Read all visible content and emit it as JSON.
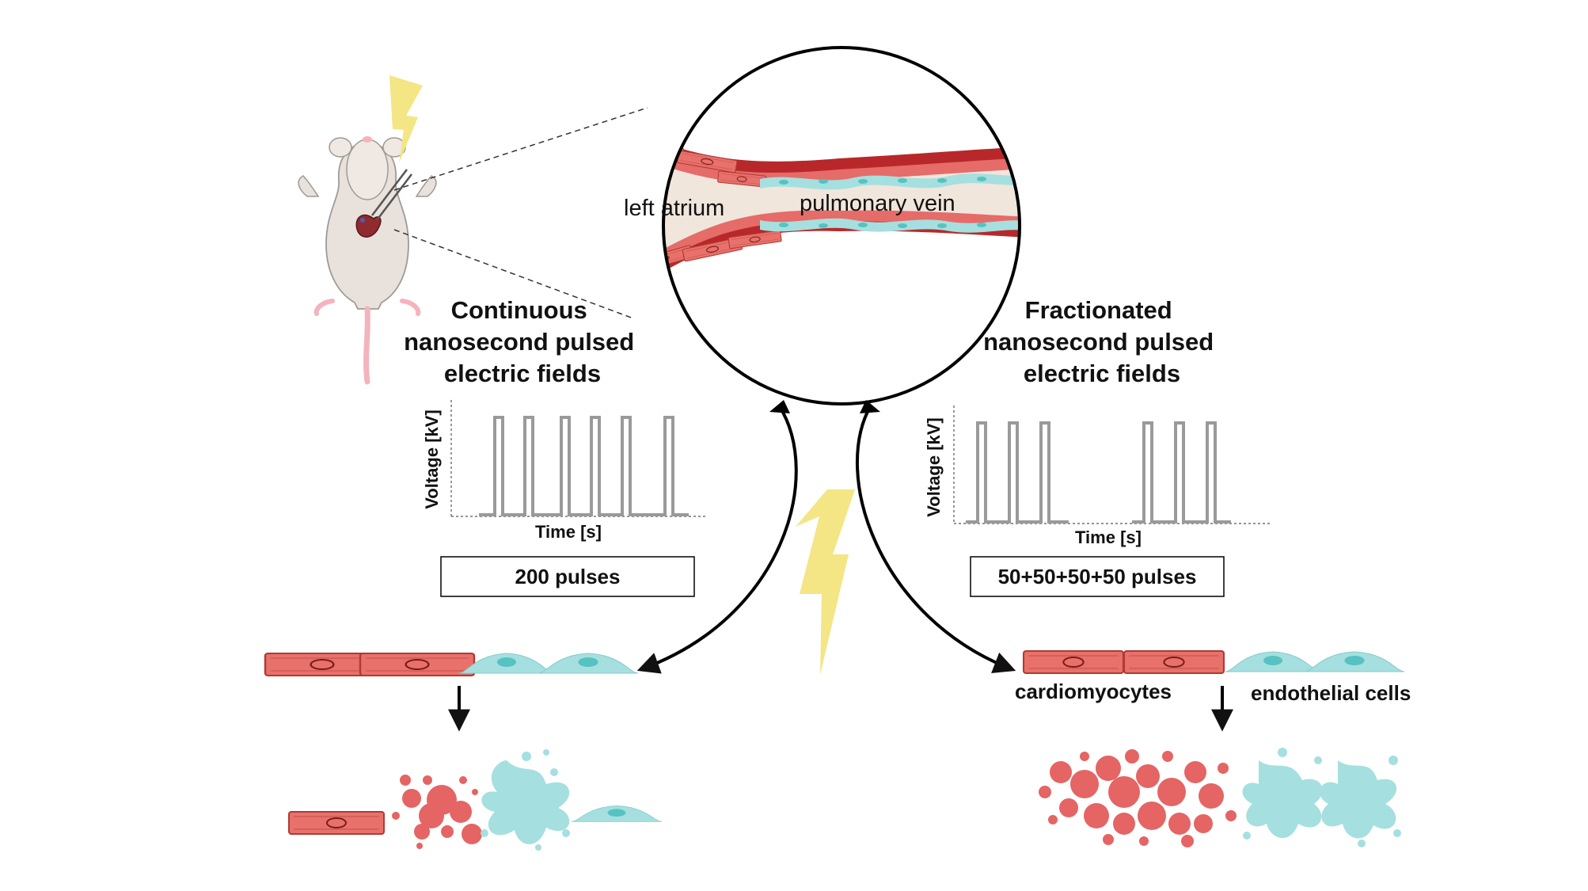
{
  "vessel": {
    "left_label": "left atrium",
    "right_label": "pulmonary vein"
  },
  "continuous": {
    "title_lines": [
      "Continuous",
      "nanosecond pulsed",
      "electric fields"
    ],
    "ylabel": "Voltage [kV]",
    "xlabel": "Time [s]",
    "pulse_label": "200 pulses"
  },
  "fractionated": {
    "title_lines": [
      "Fractionated",
      "nanosecond pulsed",
      "electric fields"
    ],
    "ylabel": "Voltage [kV]",
    "xlabel": "Time [s]",
    "pulse_label": "50+50+50+50 pulses"
  },
  "cells": {
    "cardio_label": "cardiomyocytes",
    "endo_label": "endothelial cells"
  },
  "colors": {
    "cardio": "#e8716b",
    "cardio_dark": "#b03a35",
    "endo": "#a6dfdf",
    "endo_dark": "#56c2c2",
    "vessel_wall": "#b8282a",
    "vessel_lumen": "#f0e6dc",
    "bolt": "#f4e585"
  }
}
